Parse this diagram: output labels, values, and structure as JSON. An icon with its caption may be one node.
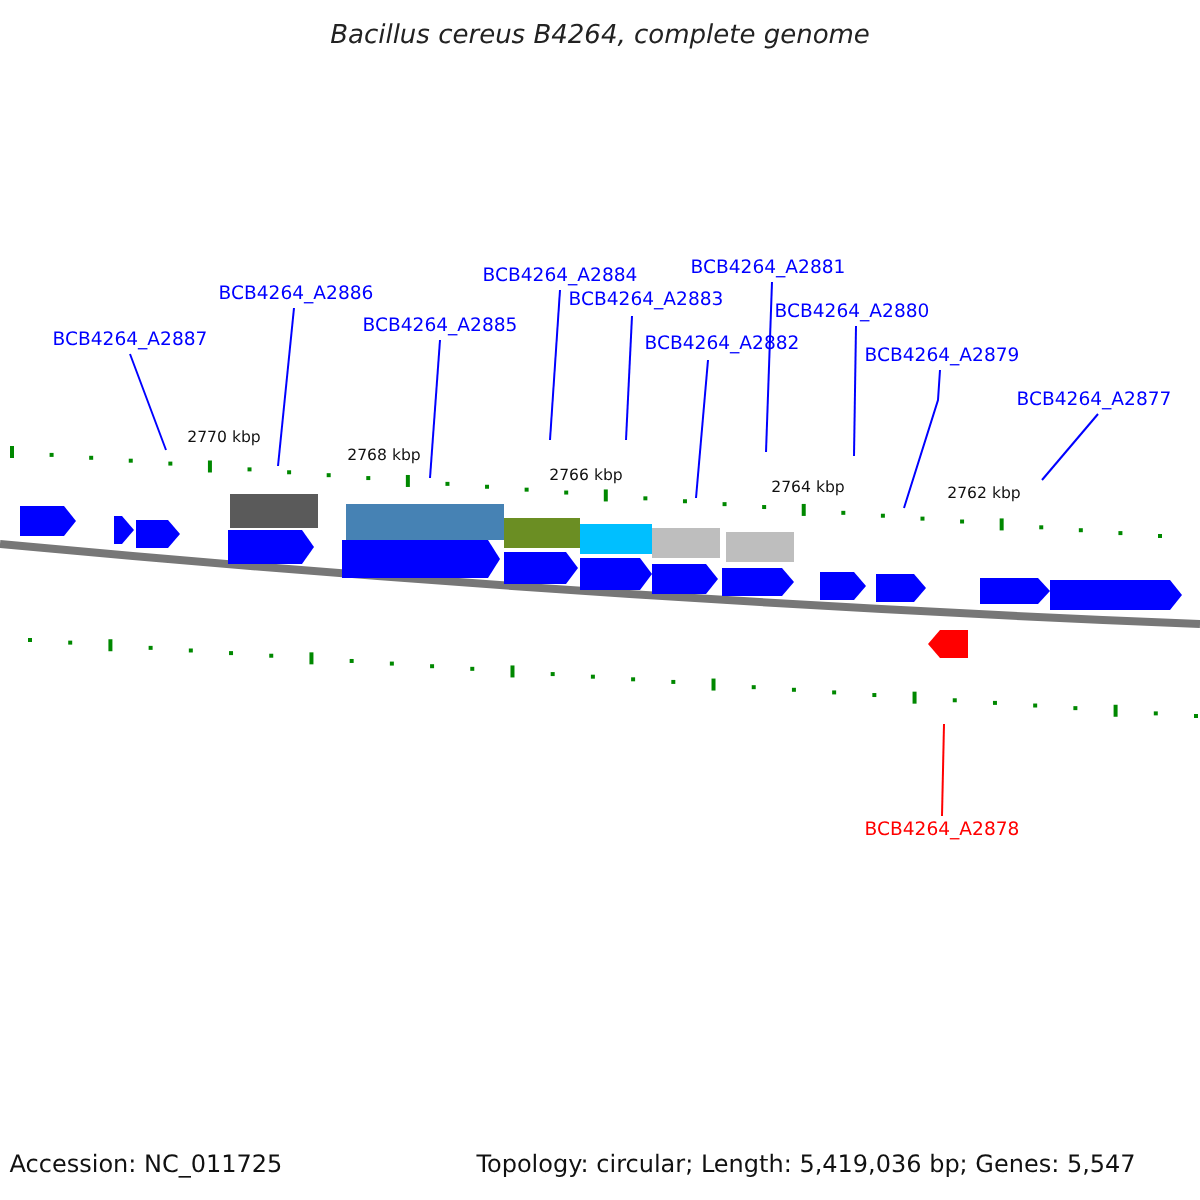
{
  "diagram": {
    "title": "Bacillus cereus B4264, complete genome",
    "nodes": [
      {
        "text": [
          "BCB4264_A2887"
        ]
      },
      {
        "text": [
          "BCB4264_A2886"
        ]
      },
      {
        "text": [
          "BCB4264_A2885"
        ]
      },
      {
        "text": [
          "BCB4264_A2884"
        ]
      },
      {
        "text": [
          "BCB4264_A2883"
        ]
      },
      {
        "text": [
          "BCB4264_A2882"
        ]
      },
      {
        "text": [
          "BCB4264_A2881"
        ]
      },
      {
        "text": [
          "BCB4264_A2880"
        ]
      },
      {
        "text": [
          "BCB4264_A2879"
        ]
      },
      {
        "text": [
          "BCB4264_A2877"
        ]
      },
      {
        "text": [
          "BCB4264_A2878"
        ]
      }
    ],
    "edges": [
      {
        "from": 0,
        "to": null,
        "arrow": "none"
      },
      {
        "from": 1,
        "to": null,
        "arrow": "none"
      },
      {
        "from": 2,
        "to": null,
        "arrow": "none"
      },
      {
        "from": 3,
        "to": null,
        "arrow": "none"
      },
      {
        "from": 4,
        "to": null,
        "arrow": "none"
      },
      {
        "from": 5,
        "to": null,
        "arrow": "none"
      },
      {
        "from": 6,
        "to": null,
        "arrow": "none"
      },
      {
        "from": 7,
        "to": null,
        "arrow": "none"
      },
      {
        "from": 8,
        "to": null,
        "arrow": "none"
      },
      {
        "from": 9,
        "to": null,
        "arrow": "none"
      },
      {
        "from": 10,
        "to": null,
        "arrow": "none",
        "color": "#ff0000"
      }
    ],
    "labels": [
      "2770 kbp",
      "2768 kbp",
      "2766 kbp",
      "2764 kbp",
      "2762 kbp",
      "Accession: NC_011725",
      "Topology: circular; Length: 5,419,036 bp; Genes: 5,547"
    ]
  }
}
